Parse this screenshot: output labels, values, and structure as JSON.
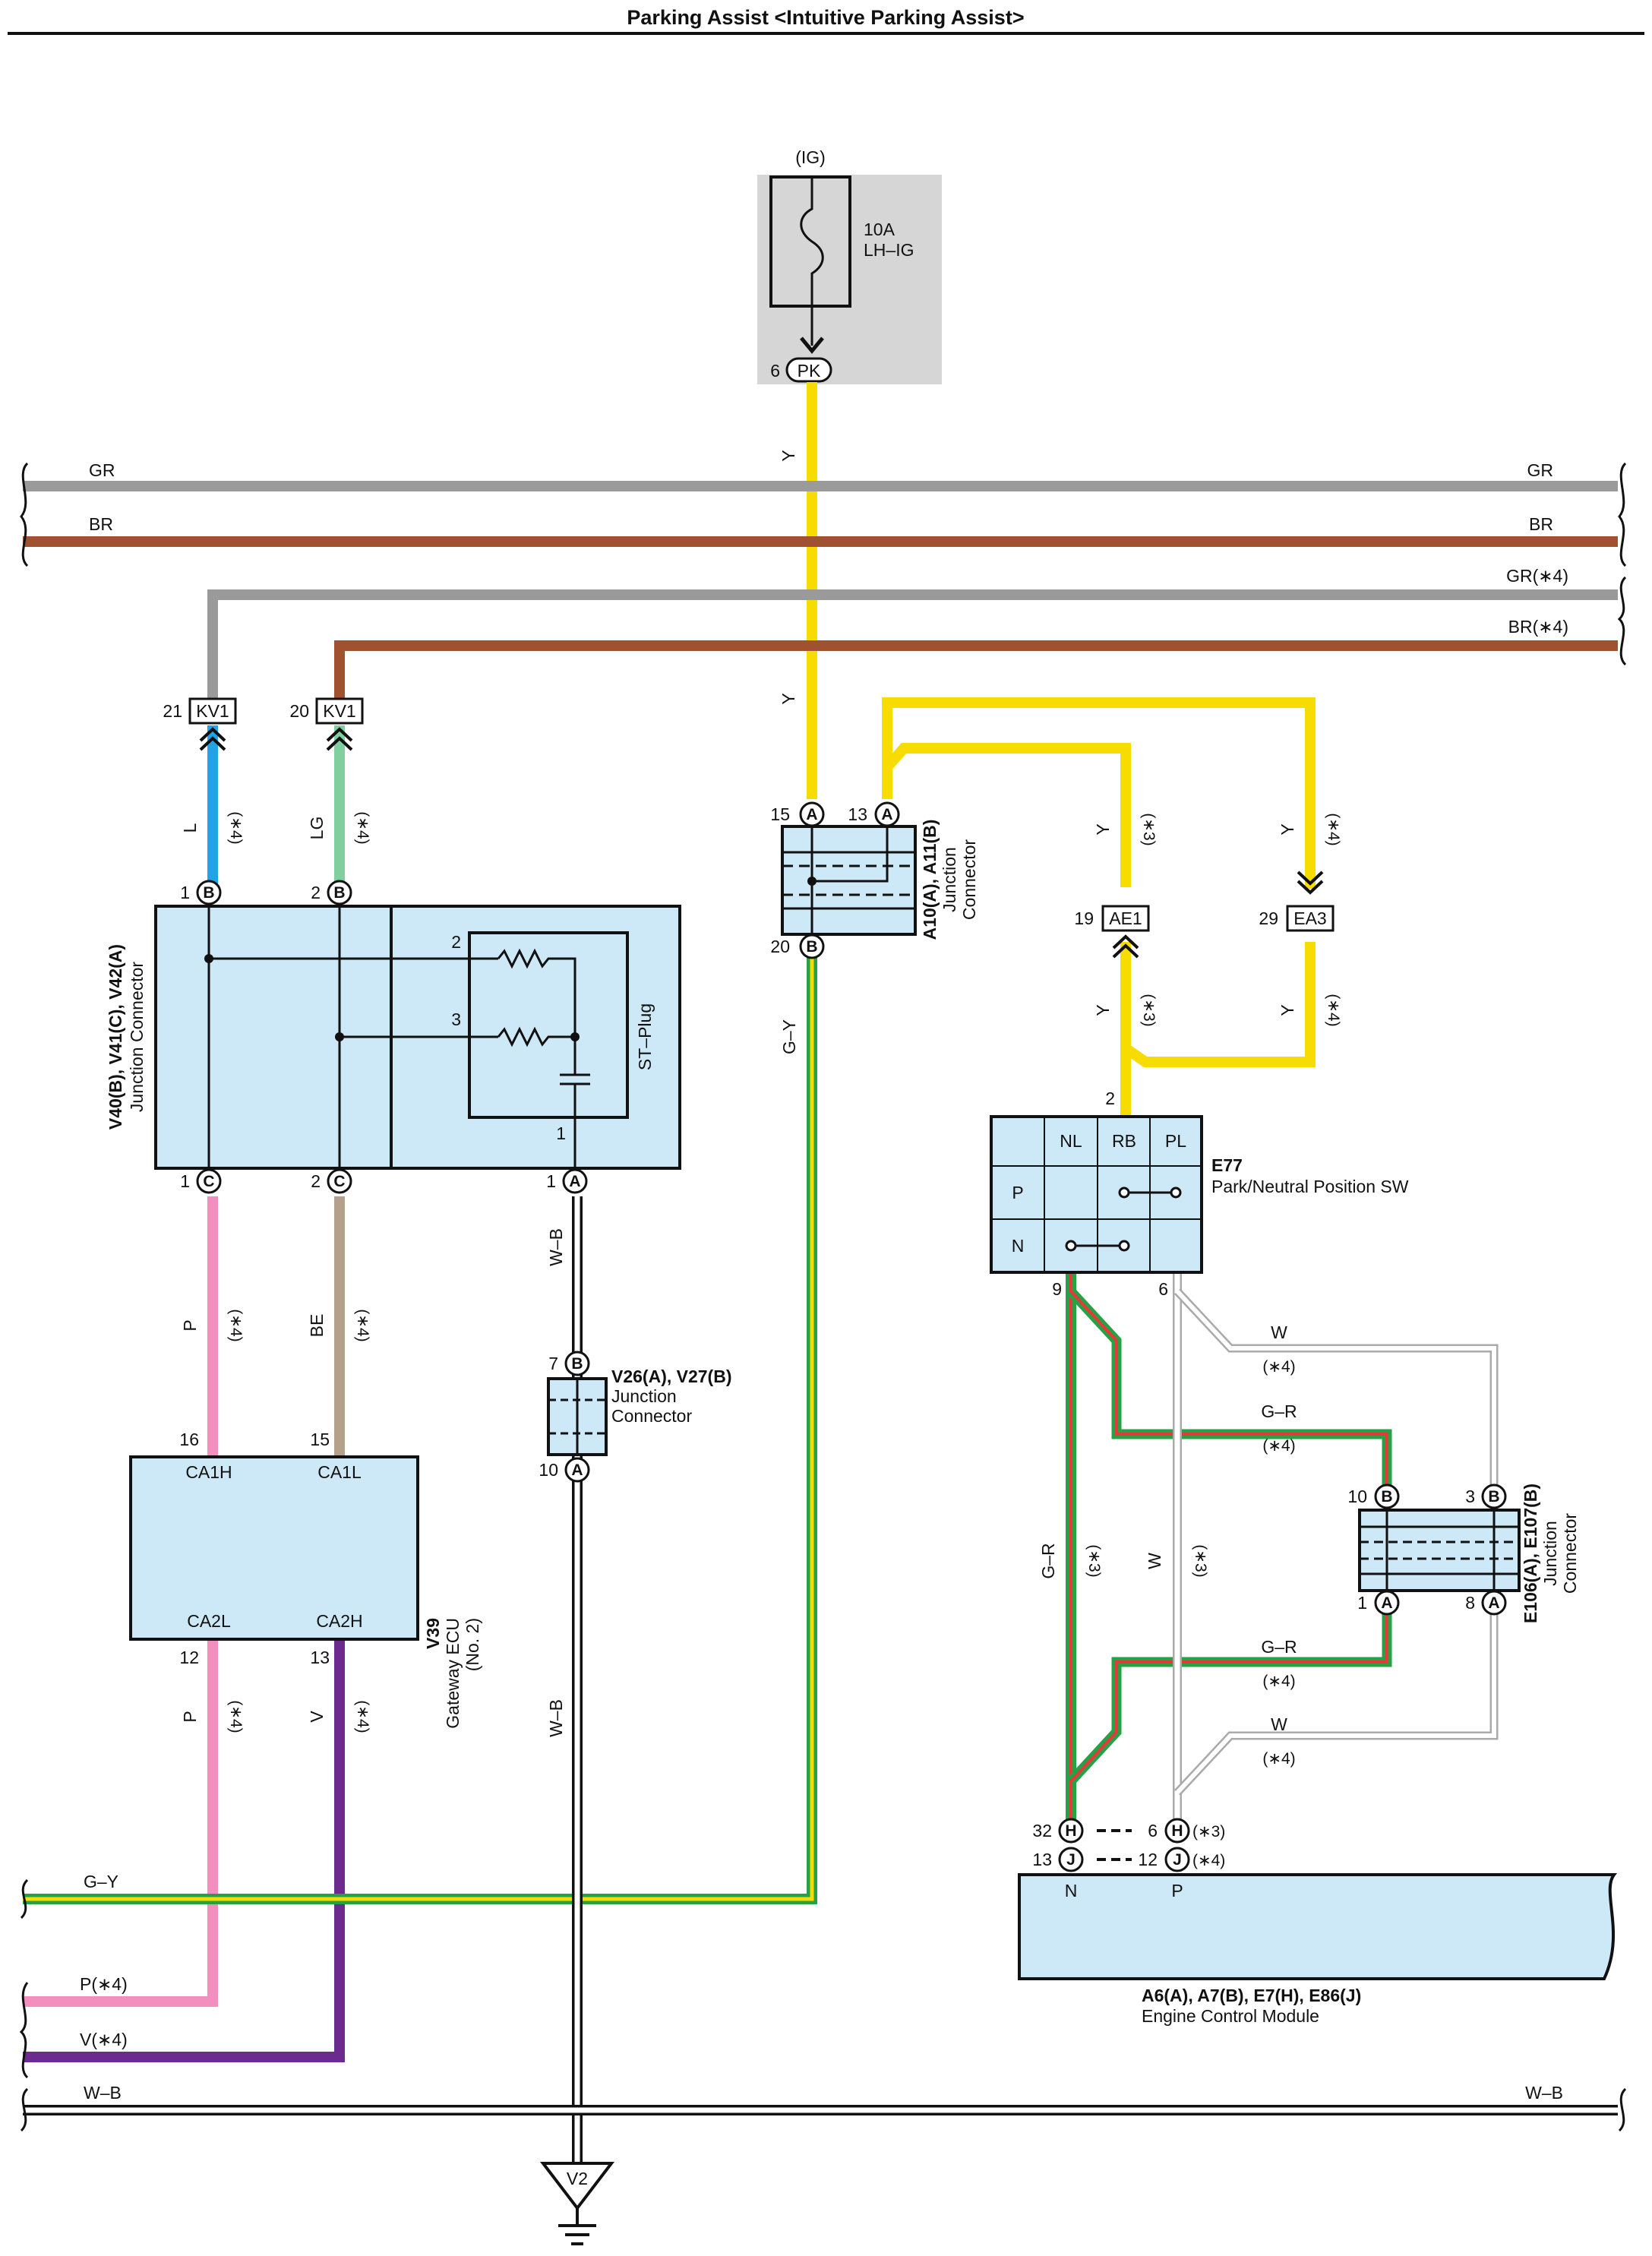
{
  "title": "Parking Assist <Intuitive Parking Assist>",
  "colors": {
    "yellow": "#f7dc00",
    "gray": "#9a9a9a",
    "brown": "#a05230",
    "blue": "#22a3e6",
    "lightgreen": "#7fcf9f",
    "pink": "#f28fbf",
    "tan": "#b5a08c",
    "purple": "#6b2a90",
    "green": "#25a244",
    "red": "#e53a3a",
    "boxfill": "#cde8f7"
  },
  "fuse": {
    "header": "(IG)",
    "rating": "10A",
    "name": "LH–IG",
    "pin_number": "6",
    "connector": "PK"
  },
  "wires": {
    "y": "Y",
    "gr": "GR",
    "br": "BR",
    "gr4": "GR(∗4)",
    "br4": "BR(∗4)",
    "l": "L",
    "lg": "LG",
    "p": "P",
    "be": "BE",
    "v": "V",
    "wb": "W–B",
    "gy": "G–Y",
    "gr_wire": "G–R",
    "w": "W",
    "p4": "P(∗4)",
    "v4": "V(∗4)",
    "note3": "(∗3)",
    "note4": "(∗4)"
  },
  "kv1": {
    "name": "KV1",
    "pin_a": "21",
    "pin_b": "20"
  },
  "ae1": {
    "name": "AE1",
    "pin": "19"
  },
  "ea3": {
    "name": "EA3",
    "pin": "29"
  },
  "junction_v40": {
    "line1": "V40(B), V41(C), V42(A)",
    "line2": "Junction Connector",
    "st_plug": "ST–Plug",
    "pins": {
      "b1": "1",
      "b2": "2",
      "c1": "1",
      "c2": "2",
      "a1": "1",
      "r2": "2",
      "r3": "3",
      "inner1": "1"
    },
    "letters": {
      "b": "B",
      "c": "C",
      "a": "A"
    }
  },
  "junction_a10": {
    "line1": "A10(A), A11(B)",
    "line2": "Junction",
    "line3": "Connector",
    "pins": {
      "a15": "15",
      "a13": "13",
      "b20": "20"
    },
    "letters": {
      "a": "A",
      "b": "B"
    }
  },
  "junction_v26": {
    "line1": "V26(A), V27(B)",
    "line2": "Junction",
    "line3": "Connector",
    "pins": {
      "b7": "7",
      "a10": "10"
    },
    "letters": {
      "a": "A",
      "b": "B"
    }
  },
  "gateway": {
    "code": "V39",
    "line1": "Gateway ECU",
    "line2": "(No. 2)",
    "terms": {
      "ca1h": "CA1H",
      "ca1l": "CA1L",
      "ca2l": "CA2L",
      "ca2h": "CA2H"
    },
    "pins": {
      "p16": "16",
      "p15": "15",
      "p12": "12",
      "p13": "13"
    }
  },
  "e77": {
    "code": "E77",
    "name": "Park/Neutral Position SW",
    "cols": [
      "NL",
      "RB",
      "PL"
    ],
    "rows": [
      "P",
      "N"
    ],
    "pins": {
      "top": "2",
      "n9": "9",
      "n6": "6"
    }
  },
  "junction_e106": {
    "line1": "E106(A), E107(B)",
    "line2": "Junction",
    "line3": "Connector",
    "pins": {
      "b10": "10",
      "b3": "3",
      "a1": "1",
      "a8": "8"
    },
    "letters": {
      "a": "A",
      "b": "B"
    }
  },
  "ecm": {
    "title": "A6(A), A7(B), E7(H), E86(J)",
    "name": "Engine Control Module",
    "terms": {
      "n": "N",
      "p": "P"
    },
    "pins": {
      "h32": "32",
      "h6": "6",
      "j13": "13",
      "j12": "12"
    },
    "letters": {
      "h": "H",
      "j": "J"
    }
  },
  "ground": {
    "name": "V2"
  }
}
